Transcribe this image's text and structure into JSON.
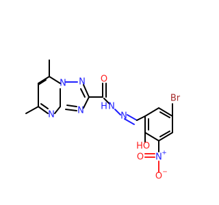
{
  "colors": {
    "nitrogen": "#1f1fff",
    "oxygen": "#ff1f1f",
    "bromine": "#a52a2a",
    "carbon_bond": "#000000",
    "background": "#ffffff"
  },
  "atom_labels": {
    "n_ring_bridge": "N",
    "n_ring_top": "N",
    "n_ring_right": "N",
    "n_ring_bottom": "N",
    "o_carbonyl": "O",
    "n_hydrazide_h": "N",
    "h_hydrazide": "H",
    "n_imine": "N",
    "br": "Br",
    "oh_o": "O",
    "oh_h": "H",
    "no2_n": "N",
    "no2_plus": "+",
    "no2_o_top": "O",
    "no2_o_minus": "O",
    "no2_minus": "−"
  }
}
